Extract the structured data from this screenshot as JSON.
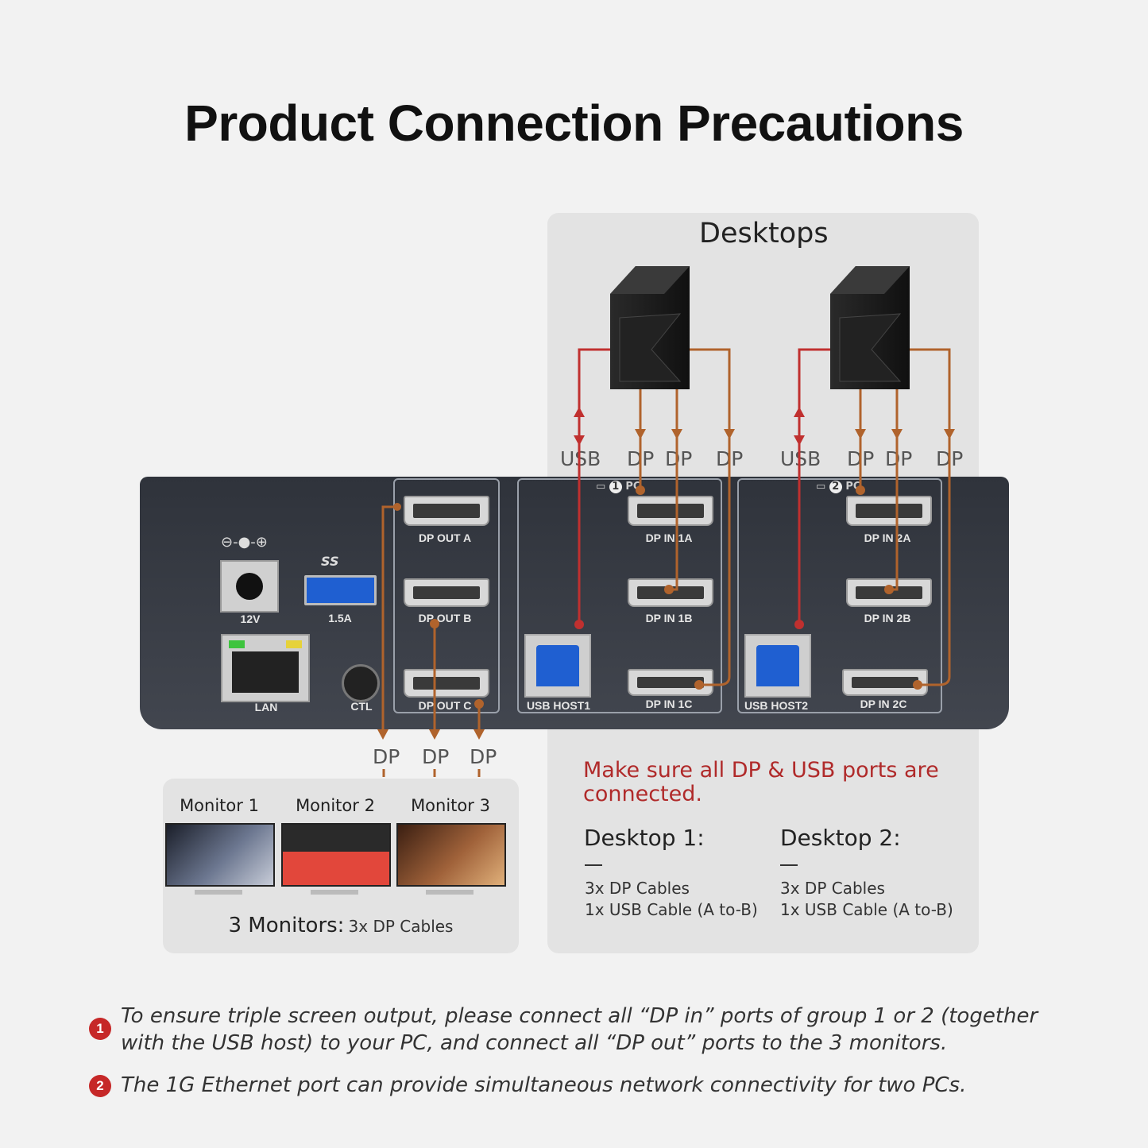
{
  "title": "Product Connection Precautions",
  "desktops_title": "Desktops",
  "cable_labels": {
    "pc1": [
      "USB",
      "DP",
      "DP",
      "DP"
    ],
    "pc2": [
      "USB",
      "DP",
      "DP",
      "DP"
    ],
    "monitors": [
      "DP",
      "DP",
      "DP"
    ]
  },
  "device": {
    "power_label": "12V",
    "usb_label": "1.5A",
    "usb_symbol": "SS",
    "lan_label": "LAN",
    "ctl_label": "CTL",
    "dp_out": [
      "DP OUT A",
      "DP OUT B",
      "DP OUT C"
    ],
    "group1": {
      "badge": "1",
      "badge_text": "PC",
      "ports": [
        "DP IN 1A",
        "DP IN 1B",
        "DP IN 1C"
      ],
      "usb_host": "USB HOST1"
    },
    "group2": {
      "badge": "2",
      "badge_text": "PC",
      "ports": [
        "DP IN 2A",
        "DP IN 2B",
        "DP IN 2C"
      ],
      "usb_host": "USB HOST2"
    }
  },
  "monitors": {
    "names": [
      "Monitor 1",
      "Monitor 2",
      "Monitor 3"
    ],
    "summary_bold": "3 Monitors:",
    "summary_text": "3x DP Cables"
  },
  "desktop_info": {
    "warning": "Make sure all DP & USB ports are connected.",
    "desktop1": {
      "title": "Desktop 1:",
      "lines": [
        "3x DP Cables",
        "1x USB Cable (A to-B)"
      ]
    },
    "desktop2": {
      "title": "Desktop 2:",
      "lines": [
        "3x DP Cables",
        "1x USB Cable (A to-B)"
      ]
    }
  },
  "footnotes": [
    {
      "num": "1",
      "text": "To ensure triple screen output, please connect all “DP in” ports of group 1 or 2 (together with the USB host) to your PC, and connect all “DP out” ports to the 3 monitors."
    },
    {
      "num": "2",
      "text": "The 1G Ethernet port can provide simultaneous network connectivity for two PCs."
    }
  ],
  "colors": {
    "usb_cable": "#c0302f",
    "dp_cable": "#b0632c",
    "device": "#363a42",
    "warning": "#b02a2a"
  }
}
